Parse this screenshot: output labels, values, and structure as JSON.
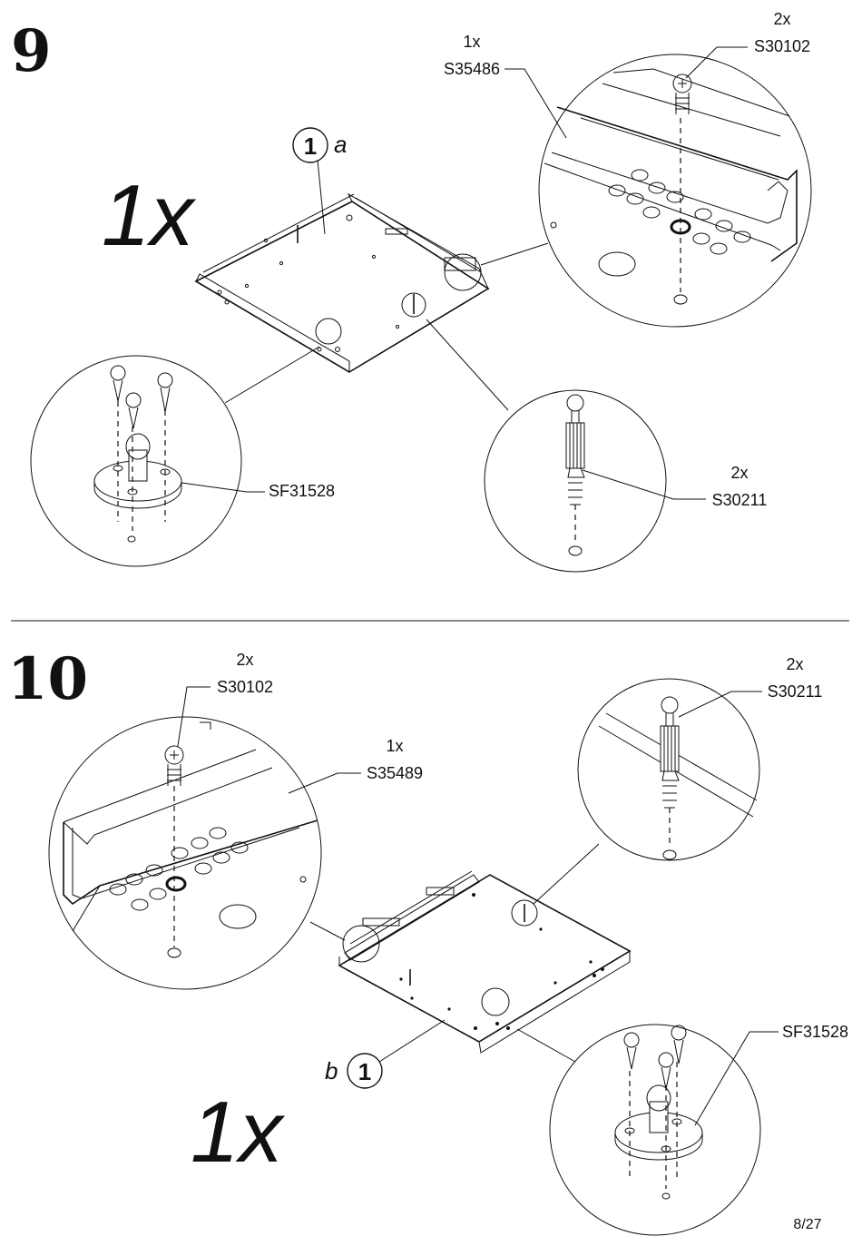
{
  "step9": {
    "number": "9",
    "quantity": "1x",
    "panel_badge": "1",
    "panel_side": "a",
    "parts": [
      {
        "qty": "1x",
        "code": "S35486"
      },
      {
        "qty": "2x",
        "code": "S30102"
      },
      {
        "qty": "2x",
        "code": "S30211"
      },
      {
        "qty": "",
        "code": "SF31528"
      }
    ]
  },
  "step10": {
    "number": "10",
    "quantity": "1x",
    "panel_badge": "1",
    "panel_side": "b",
    "parts": [
      {
        "qty": "2x",
        "code": "S30102"
      },
      {
        "qty": "1x",
        "code": "S35489"
      },
      {
        "qty": "2x",
        "code": "S30211"
      },
      {
        "qty": "",
        "code": "SF31528"
      }
    ]
  },
  "footer": {
    "page": "8/27"
  }
}
